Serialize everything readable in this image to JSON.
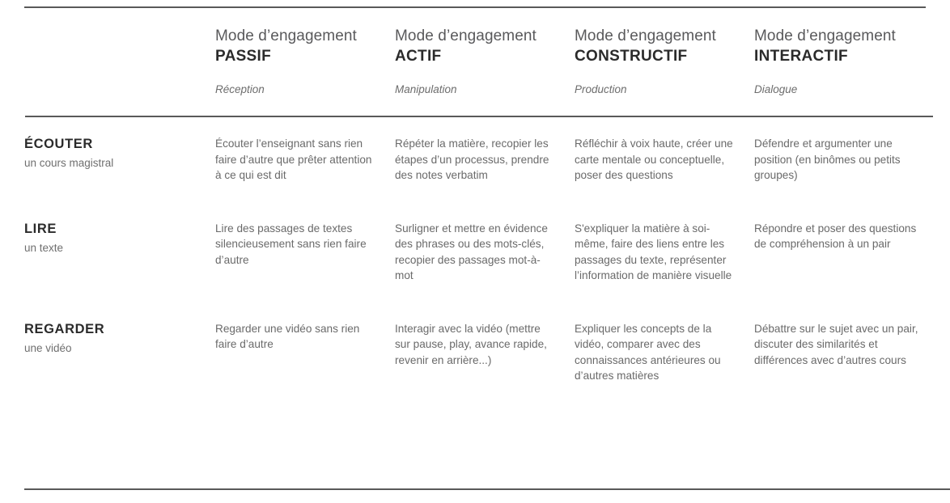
{
  "table": {
    "corner_label": "",
    "columns": [
      {
        "prefix": "Mode d’engagement ",
        "name": "PASSIF",
        "subtitle": "Réception"
      },
      {
        "prefix": "Mode d’engagement ",
        "name": "ACTIF",
        "subtitle": "Manipulation"
      },
      {
        "prefix": "Mode d’engagement ",
        "name": "CONSTRUCTIF",
        "subtitle": "Production"
      },
      {
        "prefix": "Mode d’engagement ",
        "name": "INTERACTIF",
        "subtitle": "Dialogue"
      }
    ],
    "rows": [
      {
        "label": "ÉCOUTER",
        "sublabel": "un cours magistral",
        "cells": [
          "Écouter l’enseignant sans rien faire d’autre que prêter attention à ce qui est dit",
          "Répéter la matière, recopier les étapes d’un processus, prendre des notes verbatim",
          "Réfléchir à voix haute, créer une carte mentale ou conceptuelle, poser des questions",
          "Défendre et argumenter une position (en binômes ou petits groupes)"
        ]
      },
      {
        "label": "LIRE",
        "sublabel": "un texte",
        "cells": [
          "Lire des passages de textes silencieusement sans rien faire d’autre",
          "Surligner et mettre en évidence des phrases ou des mots-clés, recopier des passages mot-à-mot",
          "S'expliquer la matière à soi-même, faire des liens entre les passages du texte, représenter l’information de manière visuelle",
          "Répondre et poser des questions de compréhension à un pair"
        ]
      },
      {
        "label": "REGARDER",
        "sublabel": "une vidéo",
        "cells": [
          "Regarder une vidéo sans rien faire d’autre",
          "Interagir avec la vidéo (mettre sur pause, play, avance rapide, revenir en arrière...)",
          "Expliquer les concepts de la vidéo, comparer avec des connaissances antérieures ou d’autres matières",
          "Débattre sur le sujet avec un pair, discuter des similarités et différences avec d’autres cours"
        ]
      }
    ]
  },
  "style": {
    "rule_color": "#595959",
    "heading_color": "#2b2b2b",
    "body_color": "#6a6a6a",
    "background": "#ffffff"
  }
}
